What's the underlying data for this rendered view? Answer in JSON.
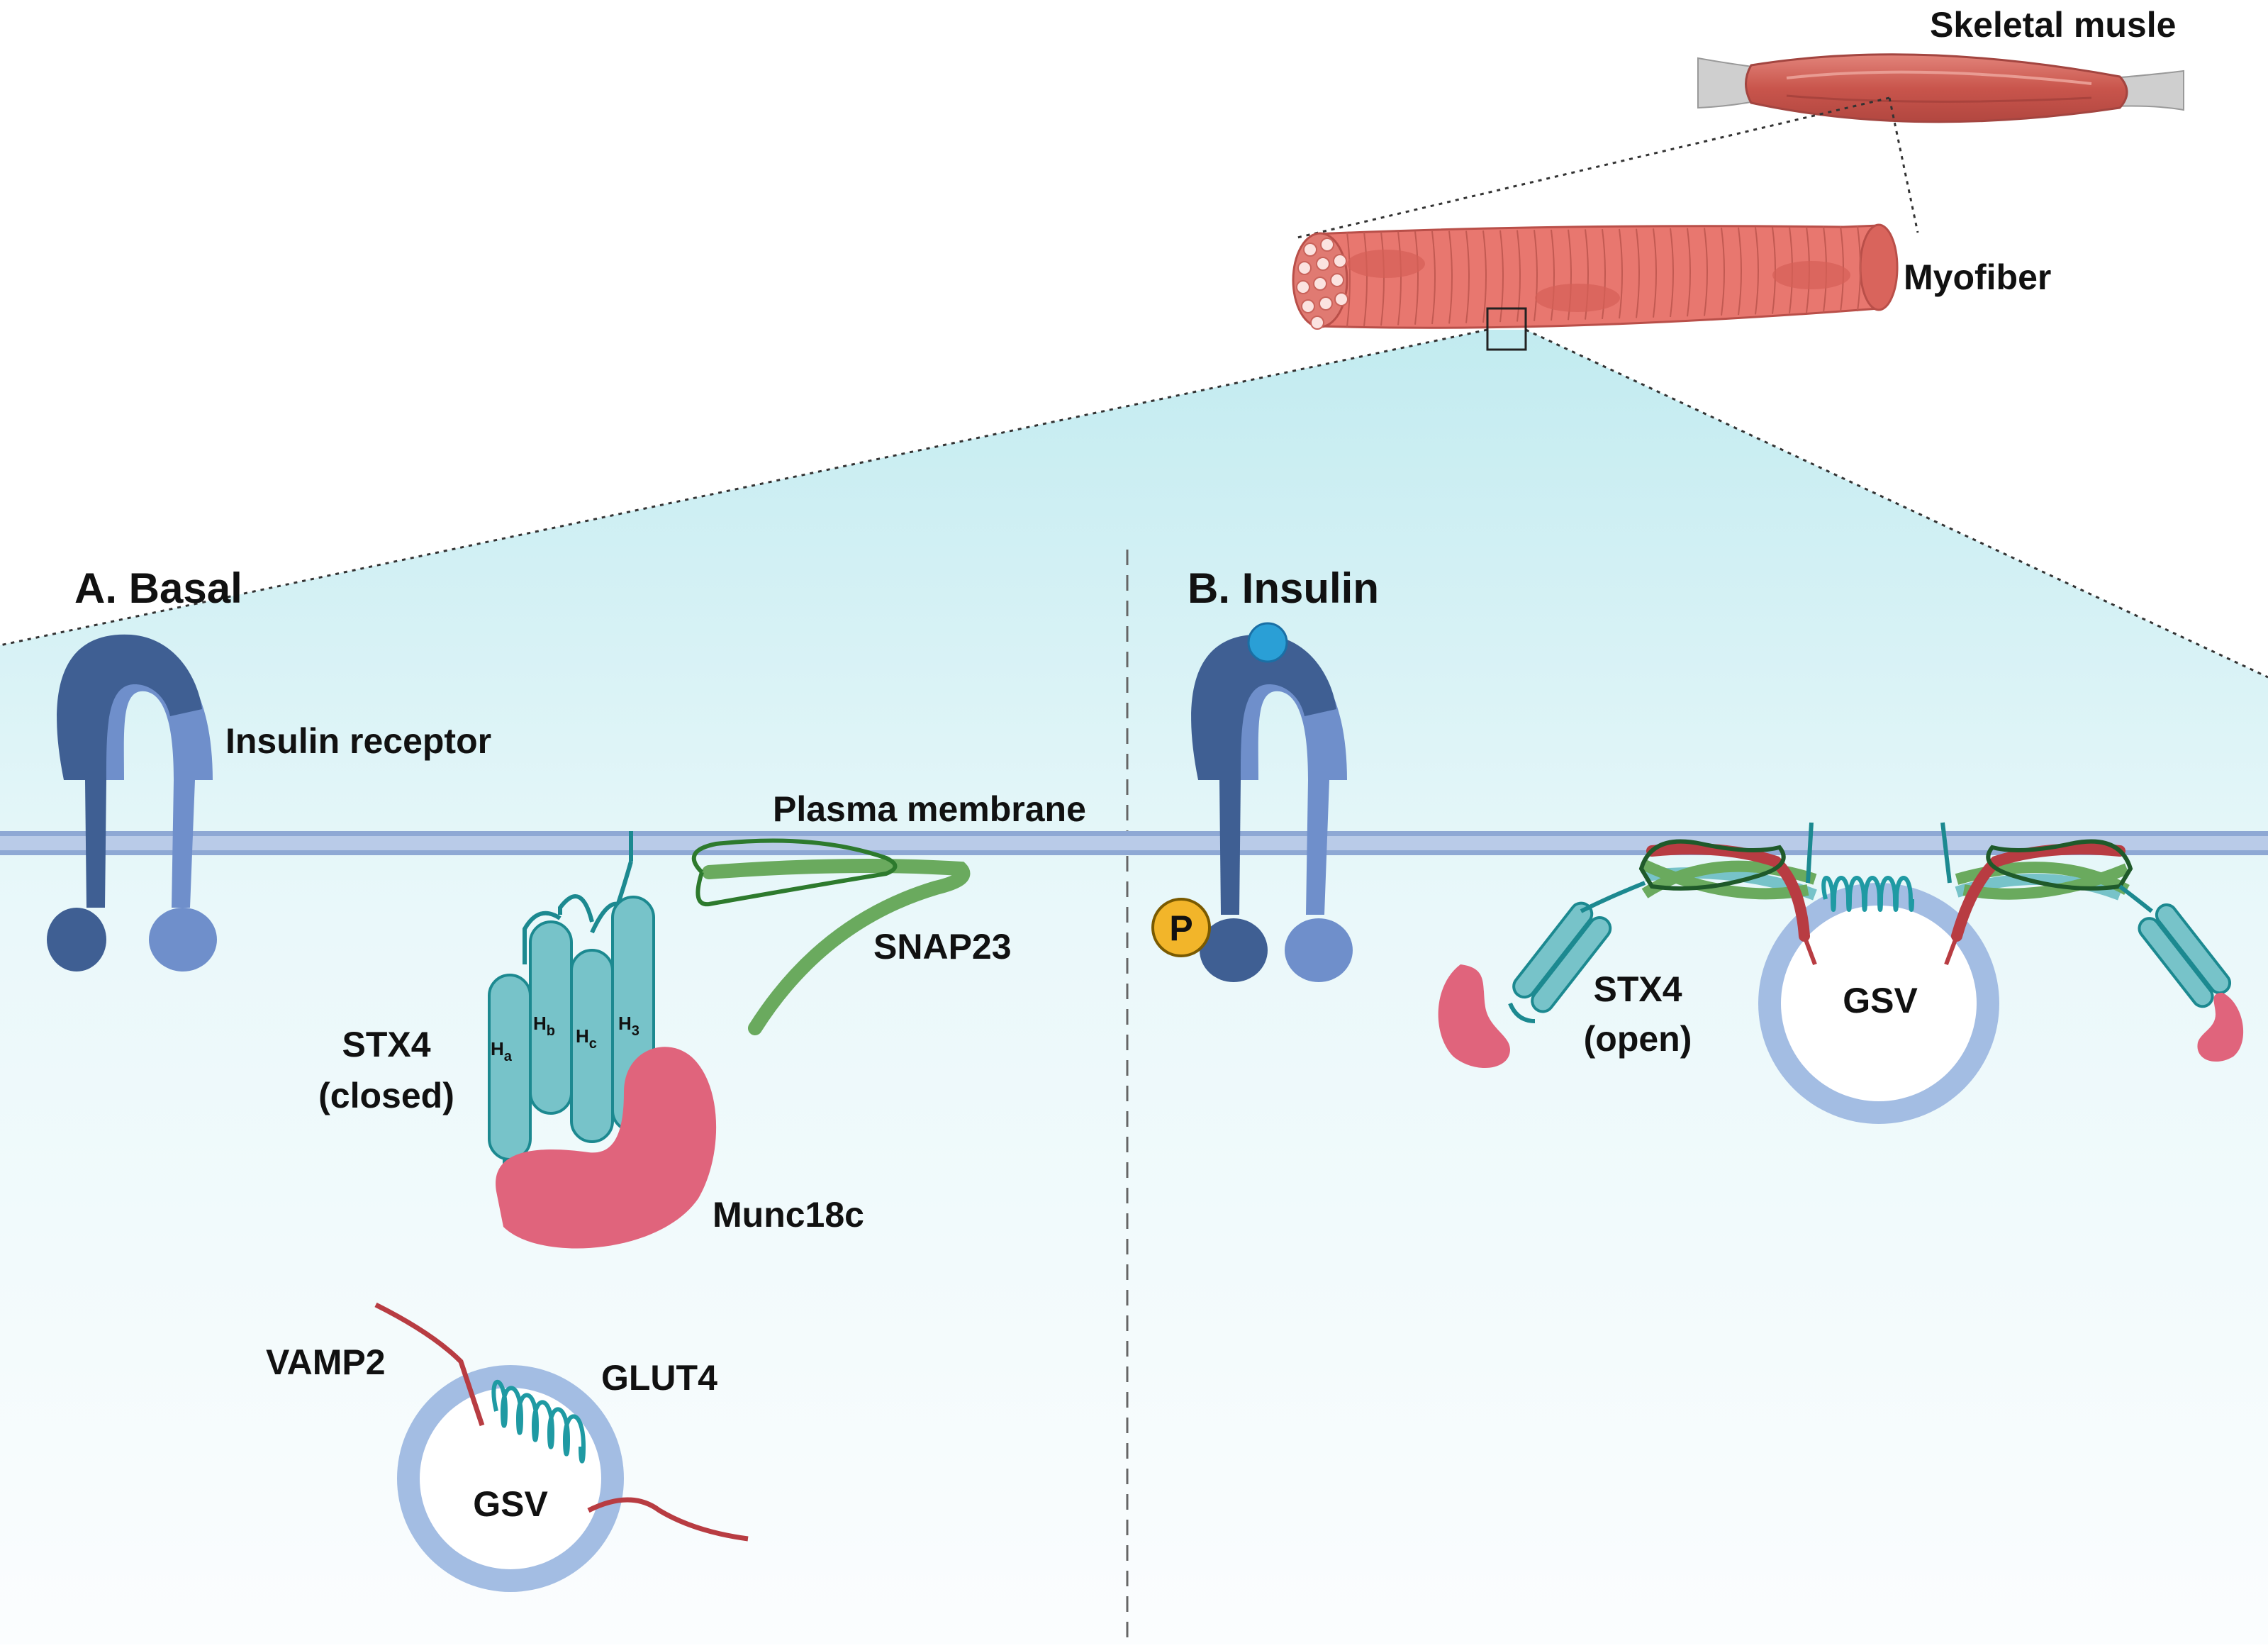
{
  "labels": {
    "skeletal_muscle": "Skeletal musle",
    "myofiber": "Myofiber",
    "panel_a": "A. Basal",
    "panel_b": "B. Insulin",
    "insulin_receptor": "Insulin receptor",
    "plasma_membrane": "Plasma membrane",
    "snap23": "SNAP23",
    "stx4_closed_line1": "STX4",
    "stx4_closed_line2": "(closed)",
    "munc18c": "Munc18c",
    "vamp2": "VAMP2",
    "glut4": "GLUT4",
    "gsv_a": "GSV",
    "gsv_b": "GSV",
    "stx4_open_line1": "STX4",
    "stx4_open_line2": "(open)",
    "phospho": "P",
    "helix_a_main": "H",
    "helix_a_sub": "a",
    "helix_b_main": "H",
    "helix_b_sub": "b",
    "helix_c_main": "H",
    "helix_c_sub": "c",
    "helix_3_main": "H",
    "helix_3_sub": "3"
  },
  "colors": {
    "receptor_dark": "#3f5f93",
    "receptor_light": "#6f8fcb",
    "membrane": "#8ea8d4",
    "stx4": "#77c3c9",
    "stx4_stroke": "#1c8990",
    "munc18c": "#e0647c",
    "snap23": "#6aaa5e",
    "vamp2": "#b83c42",
    "glut4": "#1f9aa3",
    "vesicle": "#a3bde3",
    "insulin": "#2a9fd6",
    "phospho": "#f2b52a",
    "muscle": "#d9695f",
    "tendon": "#c8c8c8"
  }
}
